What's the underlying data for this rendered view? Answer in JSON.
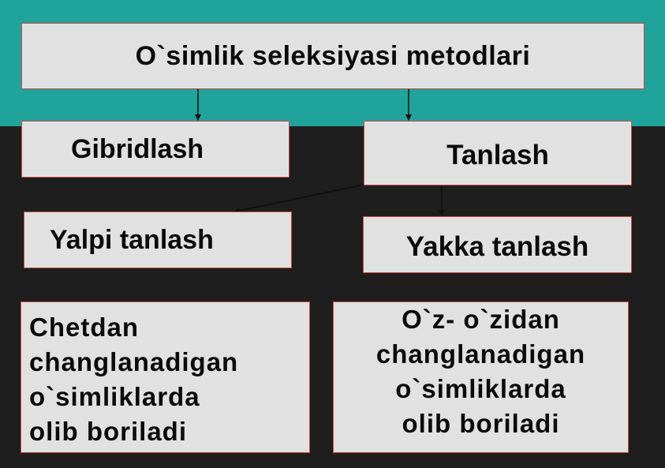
{
  "diagram": {
    "title": "O`simlik seleksiyasi metodlari",
    "methods": {
      "hybridization": "Gibridlash",
      "selection": "Tanlash"
    },
    "selection_types": {
      "mass": "Yalpi tanlash",
      "individual": "Yakka tanlash"
    },
    "descriptions": {
      "mass": "Chetdan\nchanglanadigan\no`simliklarda\nolib boriladi",
      "individual": "O`z- o`zidan\nchanglanadigan\no`simliklarda\nolib boriladi"
    }
  },
  "colors": {
    "top_band": "#1fa39a",
    "background": "#1e1e1e",
    "box_fill": "#e1e1e1",
    "box_border": "#c84a4a",
    "text": "#0b0b0b"
  }
}
